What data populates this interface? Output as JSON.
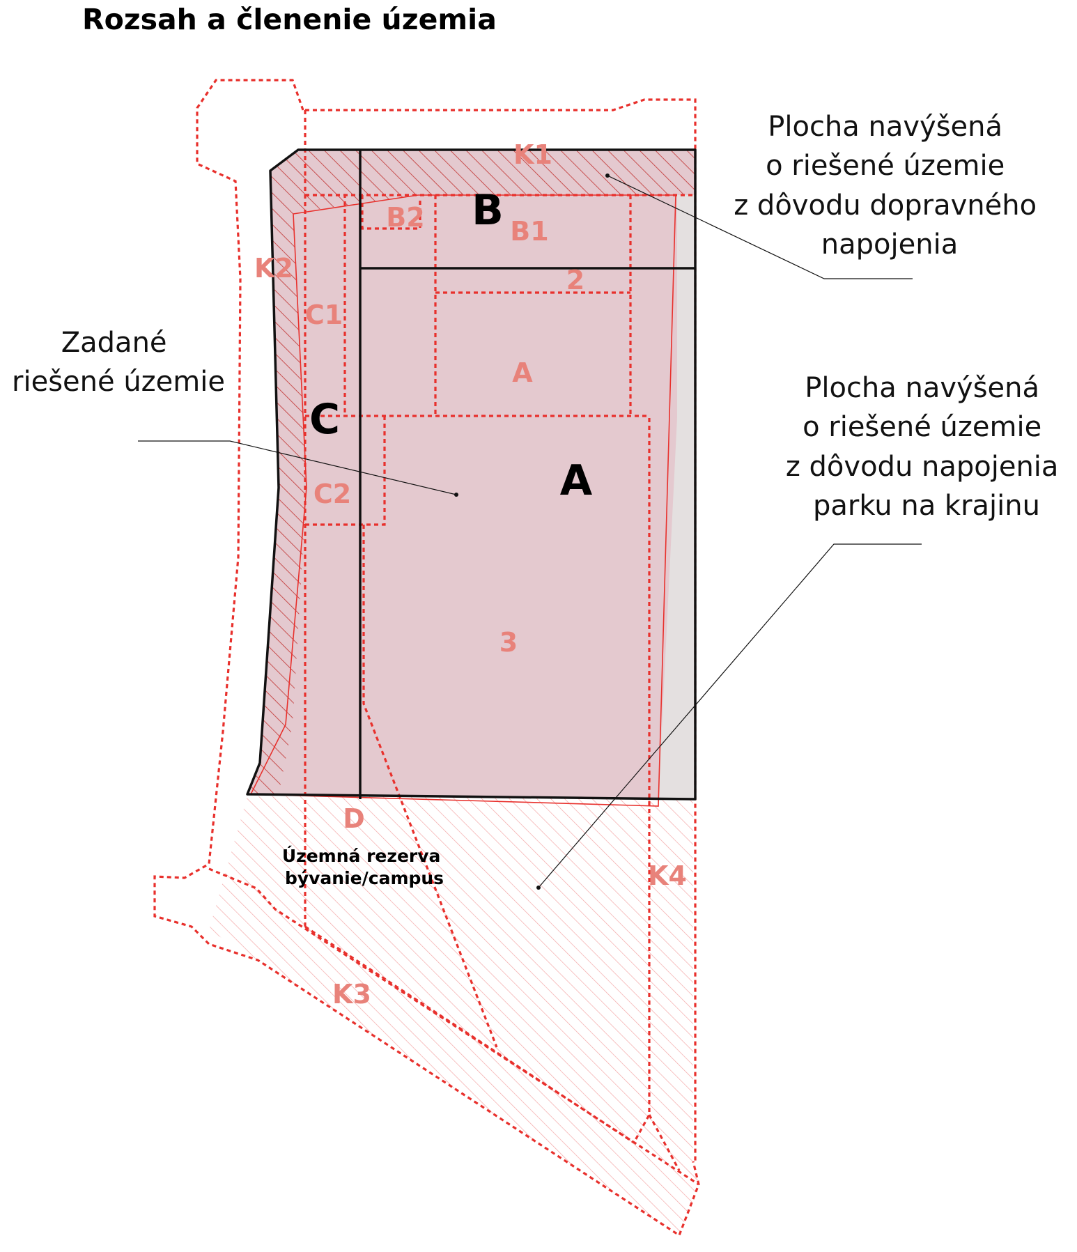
{
  "title": "Rozsah a členenie územia",
  "callouts": {
    "traffic": [
      "Plocha navýšená",
      "o riešené územie",
      "z dôvodu dopravného",
      "napojenia"
    ],
    "assigned": [
      "Zadané",
      "riešené územie"
    ],
    "landscape": [
      "Plocha navýšená",
      "o riešené územie",
      "z dôvodu napojenia",
      "parku na krajinu"
    ]
  },
  "zones": {
    "big": {
      "A": "A",
      "B": "B",
      "C": "C"
    },
    "small": {
      "K1": "K1",
      "K2": "K2",
      "K3": "K3",
      "K4": "K4",
      "B1": "B1",
      "B2": "B2",
      "C1": "C1",
      "C2": "C2",
      "A": "A",
      "n2": "2",
      "n3": "3",
      "D": "D"
    }
  },
  "reserve_label": [
    "Územná rezerva",
    "bývanie/campus"
  ],
  "colors": {
    "area_fill": "#e4c9cf",
    "grey_fill": "#e4e0e0",
    "red_dash": "#e8302c",
    "label_salmon": "#e8827a",
    "hatch_dark": "#c84f4f",
    "hatch_light": "#f4a8a8",
    "outline": "#111111"
  }
}
